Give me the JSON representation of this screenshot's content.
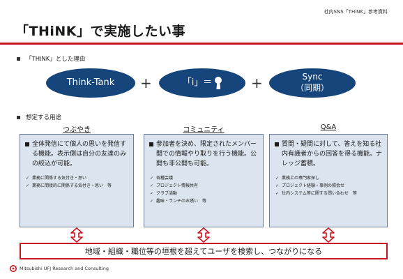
{
  "header_note": "社内SNS「THiNK」参考資料",
  "title": "「THiNK」で実施したい事",
  "section1": {
    "heading": "「THiNK」とした理由"
  },
  "ovals": {
    "think_tank": "Think-Tank",
    "i_label": "「i」＝",
    "sync": "Sync",
    "sync_sub": "（同期）"
  },
  "plus": "+",
  "section2": {
    "heading": "想定する用途"
  },
  "columns": [
    {
      "title": "つぶやき",
      "main": "全体発信にて個人の思いを発信する機能。表示側は自分の友達のみの絞込が可能。",
      "items": [
        "業務に関係する気付き・思い",
        "業務に間接的に関係する気付き・思い　等"
      ]
    },
    {
      "title": "コミュニティ",
      "main": "参加者を決め、限定されたメンバー間での情報やり取りを行う機能。公開も非公開も可能。",
      "items": [
        "各種会議",
        "プロジェクト情報共有",
        "クラブ活動",
        "趣味・ランチのお誘い　等"
      ]
    },
    {
      "title": "Q&A",
      "main": "質問・疑問に対して、答えを知る社内有識者からの回答を得る機能。ナレッジ蓄積。",
      "items": [
        "業務上の専門家探し",
        "プロジェクト経験・事例の照会せ",
        "社内システム等に関する問い合わせ　等"
      ]
    }
  ],
  "bottom_message": "地域・組織・職位等の垣根を超えてユーザを検索し、つながりになる",
  "footer": "Mitsubishi UFJ Research and Consulting",
  "colors": {
    "navy": "#15457a",
    "red": "#c8141e",
    "box_fill": "#dbe4ef"
  }
}
